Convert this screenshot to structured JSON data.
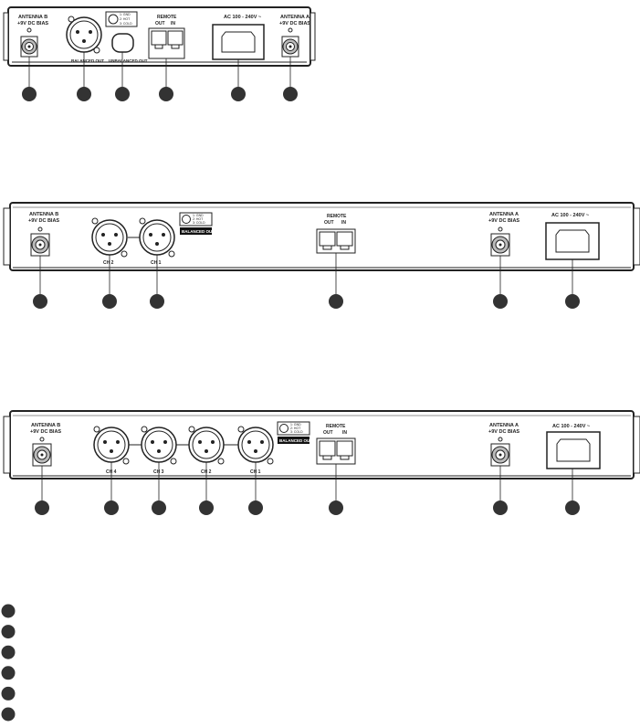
{
  "panel1": {
    "antenna_b": [
      "ANTENNA B",
      "+9V DC BIAS"
    ],
    "pin_labels": [
      "1: GND",
      "2: HOT",
      "3: COLD"
    ],
    "balanced_out": "BALANCED OUT",
    "unbalanced_out": "UNBALANCED OUT",
    "remote": "REMOTE",
    "out": "OUT",
    "in": "IN",
    "ac": "AC 100 - 240V ~",
    "antenna_a": [
      "ANTENNA A",
      "+9V DC BIAS"
    ]
  },
  "panel2": {
    "antenna_b": [
      "ANTENNA B",
      "+9V DC BIAS"
    ],
    "channels": [
      "CH 2",
      "CH 1"
    ],
    "pin_labels": [
      "1: GND",
      "2: HOT",
      "3: COLD"
    ],
    "balanced_out": "BALANCED OUT",
    "remote": "REMOTE",
    "out": "OUT",
    "in": "IN",
    "antenna_a": [
      "ANTENNA A",
      "+9V DC BIAS"
    ],
    "ac": "AC 100 - 240V ~"
  },
  "panel3": {
    "antenna_b": [
      "ANTENNA B",
      "+9V DC BIAS"
    ],
    "channels": [
      "CH 4",
      "CH 3",
      "CH 2",
      "CH 1"
    ],
    "pin_labels": [
      "1: GND",
      "2: HOT",
      "3: COLD"
    ],
    "balanced_out": "BALANCED OUT",
    "remote": "REMOTE",
    "out": "OUT",
    "in": "IN",
    "antenna_a": [
      "ANTENNA A",
      "+9V DC BIAS"
    ],
    "ac": "AC 100 - 240V ~"
  },
  "legend_count": 6
}
